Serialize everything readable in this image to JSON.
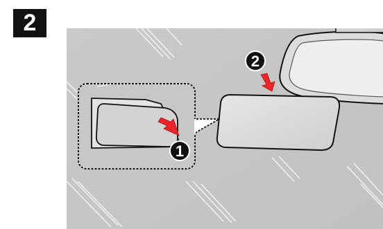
{
  "step": {
    "number": "2"
  },
  "callouts": {
    "one": "1",
    "two": "2"
  },
  "icons": {
    "arrow_one": "press-arrow-icon",
    "arrow_two": "lift-arrow-icon"
  },
  "colors": {
    "glass": "#c7c7c7",
    "glass_stripes": "#ffffff",
    "film_fill": "#d9d9d9",
    "outline": "#111111",
    "arrow": "#e8262a",
    "badge": "#111111",
    "badge_text": "#ffffff"
  }
}
